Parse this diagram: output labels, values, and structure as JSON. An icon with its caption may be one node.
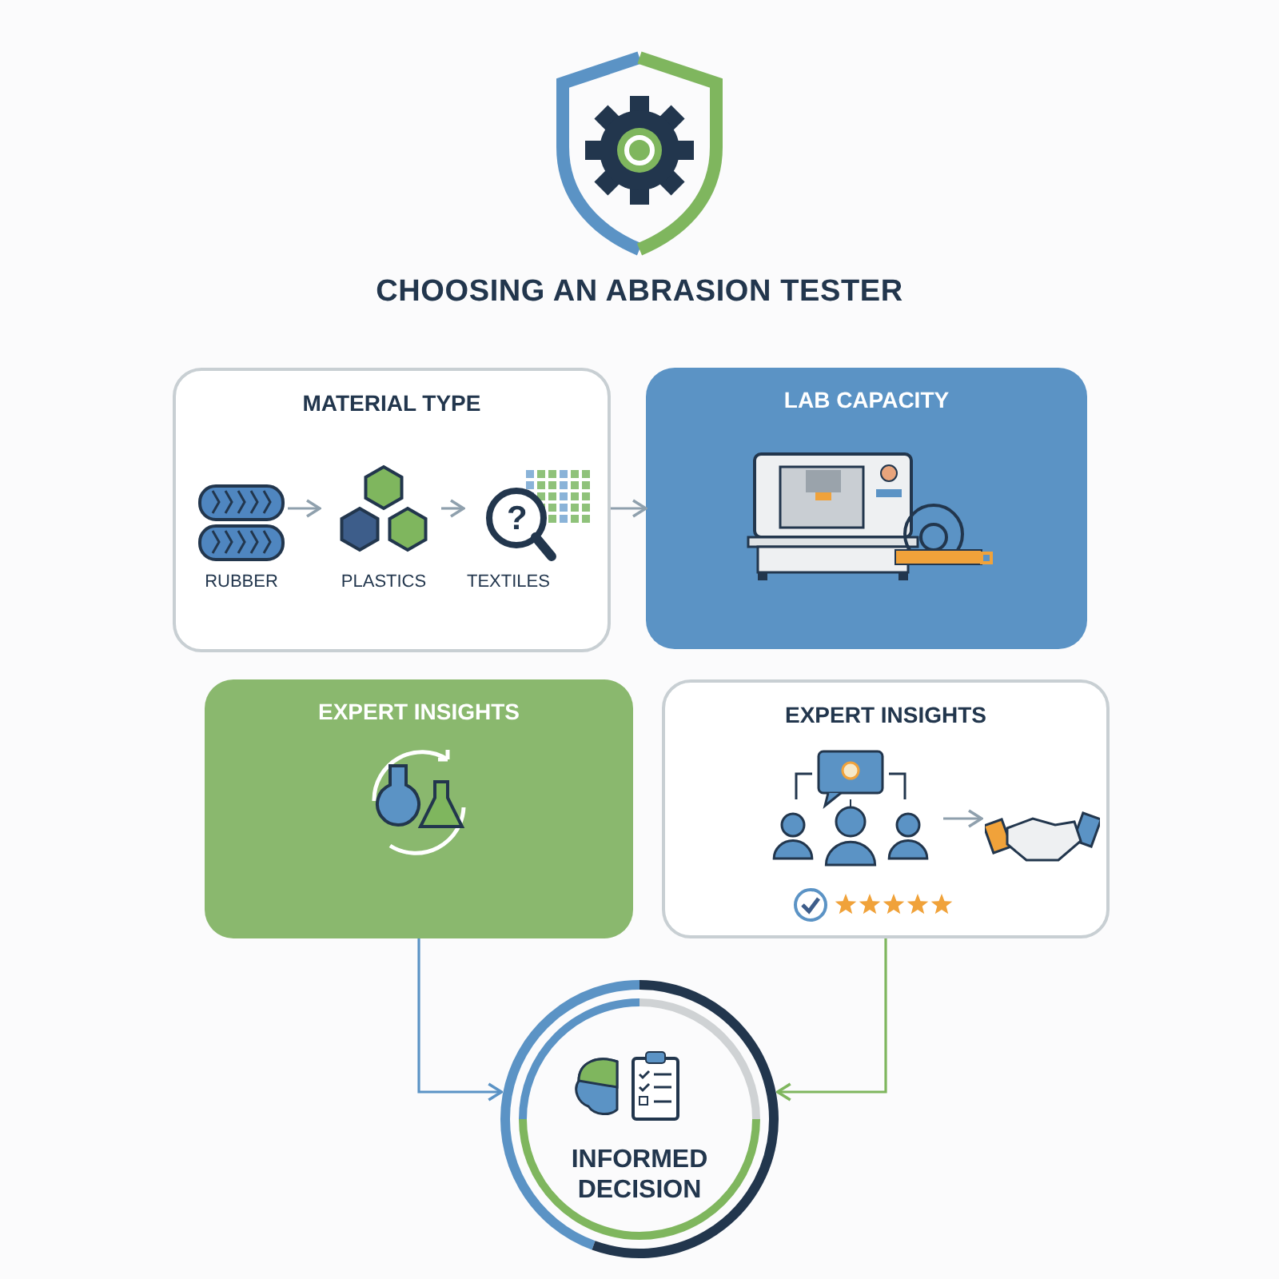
{
  "diagram": {
    "title": "CHOOSING AN ABRASION TESTER",
    "nodes": [
      {
        "text": [
          "MATERIAL TYPE"
        ]
      },
      {
        "text": [
          "RUBBER"
        ],
        "in": 0
      },
      {
        "text": [
          "PLASTICS"
        ],
        "in": 0
      },
      {
        "text": [
          "TEXTILES"
        ],
        "in": 0
      },
      {
        "text": [
          "LAB CAPACITY"
        ]
      },
      {
        "text": [
          "EXPERT INSIGHTS"
        ]
      },
      {
        "text": [
          "EXPERT INSIGHTS"
        ]
      },
      {
        "text": [],
        "shape": "picture",
        "in": 6
      },
      {
        "text": [],
        "shape": "picture",
        "in": 6
      },
      {
        "text": [
          "INFORMED DECISION"
        ]
      }
    ],
    "edges": [
      {
        "from": 1,
        "to": 2,
        "arrow": "to"
      },
      {
        "from": 2,
        "to": 3,
        "arrow": "to"
      },
      {
        "from": 0,
        "to": 4,
        "arrow": "to"
      },
      {
        "from": 7,
        "to": 8,
        "arrow": "to"
      },
      {
        "from": 5,
        "to": 9,
        "arrow": "to",
        "color": "#5b93c5"
      },
      {
        "from": 6,
        "to": 9,
        "arrow": "to",
        "color": "#7fb65e"
      }
    ],
    "labels": [
      "?"
    ]
  }
}
